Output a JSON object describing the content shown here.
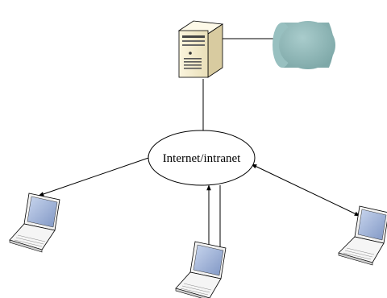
{
  "diagram": {
    "cloud_label": "Internet/intranet",
    "nodes": [
      {
        "id": "server",
        "kind": "server-tower"
      },
      {
        "id": "database",
        "kind": "database-cylinder"
      },
      {
        "id": "laptop-left",
        "kind": "laptop"
      },
      {
        "id": "laptop-center",
        "kind": "laptop"
      },
      {
        "id": "laptop-right",
        "kind": "laptop"
      }
    ],
    "links": [
      {
        "from": "server",
        "to": "database",
        "style": "line"
      },
      {
        "from": "server",
        "to": "cloud",
        "style": "line"
      },
      {
        "from": "cloud",
        "to": "laptop-left",
        "style": "bidirectional-arrow"
      },
      {
        "from": "cloud",
        "to": "laptop-center",
        "style": "bidirectional-arrow"
      },
      {
        "from": "cloud",
        "to": "laptop-right",
        "style": "bidirectional-arrow"
      }
    ],
    "colors": {
      "database": "#8fb7b7",
      "laptop_screen": "#9fb3d6",
      "server_body": "#f6efd2"
    }
  }
}
